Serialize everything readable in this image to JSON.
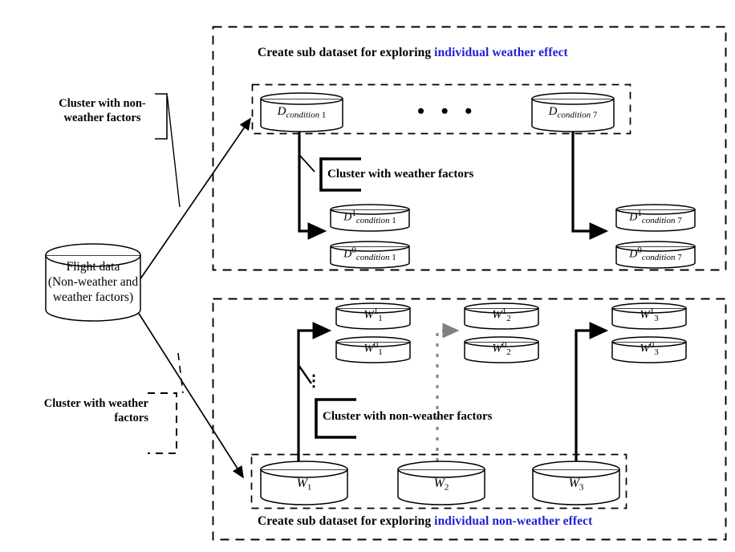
{
  "diagram": {
    "title_top": {
      "prefix": "Create sub dataset for exploring ",
      "highlight": "individual weather effect"
    },
    "title_bottom": {
      "prefix": "Create sub dataset for exploring ",
      "highlight": "individual non-weather effect"
    },
    "accent_color": "#2020d8",
    "line_color": "#000000",
    "gray_color": "#808080"
  },
  "source": {
    "line1": "Flight data",
    "line2": "(Non-weather and",
    "line3": "weather factors)"
  },
  "side_labels": {
    "top": {
      "line1": "Cluster with non-",
      "line2": "weather factors"
    },
    "bottom": {
      "line1": "Cluster with weather",
      "line2": "factors"
    }
  },
  "callouts": {
    "top": "Cluster with weather factors",
    "bottom": "Cluster with non-weather factors"
  },
  "ellipsis": {
    "horizontal": "• • •",
    "vertical": "⋮"
  },
  "top_panel": {
    "conditions": [
      {
        "base": "D",
        "sub": "condition",
        "index": "1"
      },
      {
        "base": "D",
        "sub": "condition",
        "index": "7"
      }
    ],
    "splits": [
      {
        "base": "D",
        "sup": "1",
        "sub": "condition",
        "index": "1"
      },
      {
        "base": "D",
        "sup": "0",
        "sub": "condition",
        "index": "1"
      },
      {
        "base": "D",
        "sup": "1",
        "sub": "condition",
        "index": "7"
      },
      {
        "base": "D",
        "sup": "0",
        "sub": "condition",
        "index": "7"
      }
    ]
  },
  "bottom_panel": {
    "weather_groups": [
      {
        "base": "W",
        "index": "1"
      },
      {
        "base": "W",
        "index": "2"
      },
      {
        "base": "W",
        "index": "3"
      }
    ],
    "splits": [
      {
        "base": "W",
        "sup": "1",
        "index": "1"
      },
      {
        "base": "W",
        "sup": "0",
        "index": "1"
      },
      {
        "base": "W",
        "sup": "1",
        "index": "2"
      },
      {
        "base": "W",
        "sup": "0",
        "index": "2"
      },
      {
        "base": "W",
        "sup": "1",
        "index": "3"
      },
      {
        "base": "W",
        "sup": "0",
        "index": "3"
      }
    ]
  }
}
